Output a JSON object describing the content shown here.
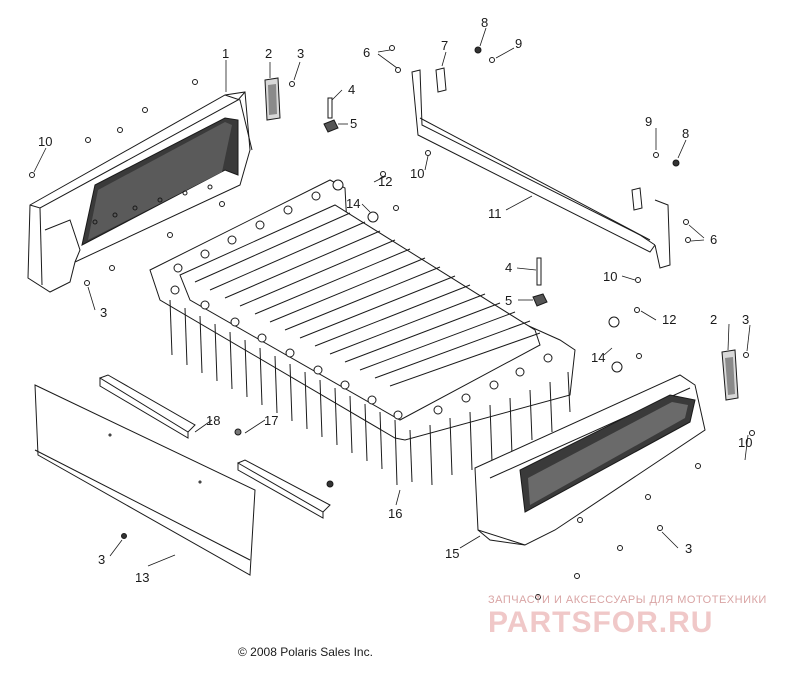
{
  "callouts": {
    "c1": "1",
    "c2a": "2",
    "c2b": "2",
    "c3a": "3",
    "c3b": "3",
    "c3c": "3",
    "c3d": "3",
    "c3e": "3",
    "c4a": "4",
    "c4b": "4",
    "c5a": "5",
    "c5b": "5",
    "c6a": "6",
    "c6b": "6",
    "c7": "7",
    "c8a": "8",
    "c8b": "8",
    "c9a": "9",
    "c9b": "9",
    "c10a": "10",
    "c10b": "10",
    "c10c": "10",
    "c10d": "10",
    "c11": "11",
    "c12a": "12",
    "c12b": "12",
    "c13": "13",
    "c14a": "14",
    "c14b": "14",
    "c15": "15",
    "c16": "16",
    "c17": "17",
    "c18": "18"
  },
  "copyright": "© 2008 Polaris Sales Inc.",
  "watermark": {
    "tagline": "ЗАПЧАСТИ И АКСЕССУАРЫ ДЛЯ МОТОТЕХНИКИ",
    "logo": "PARTSFOR.RU"
  },
  "colors": {
    "line": "#1a1a1a",
    "watermark": "#e3a9a9"
  }
}
